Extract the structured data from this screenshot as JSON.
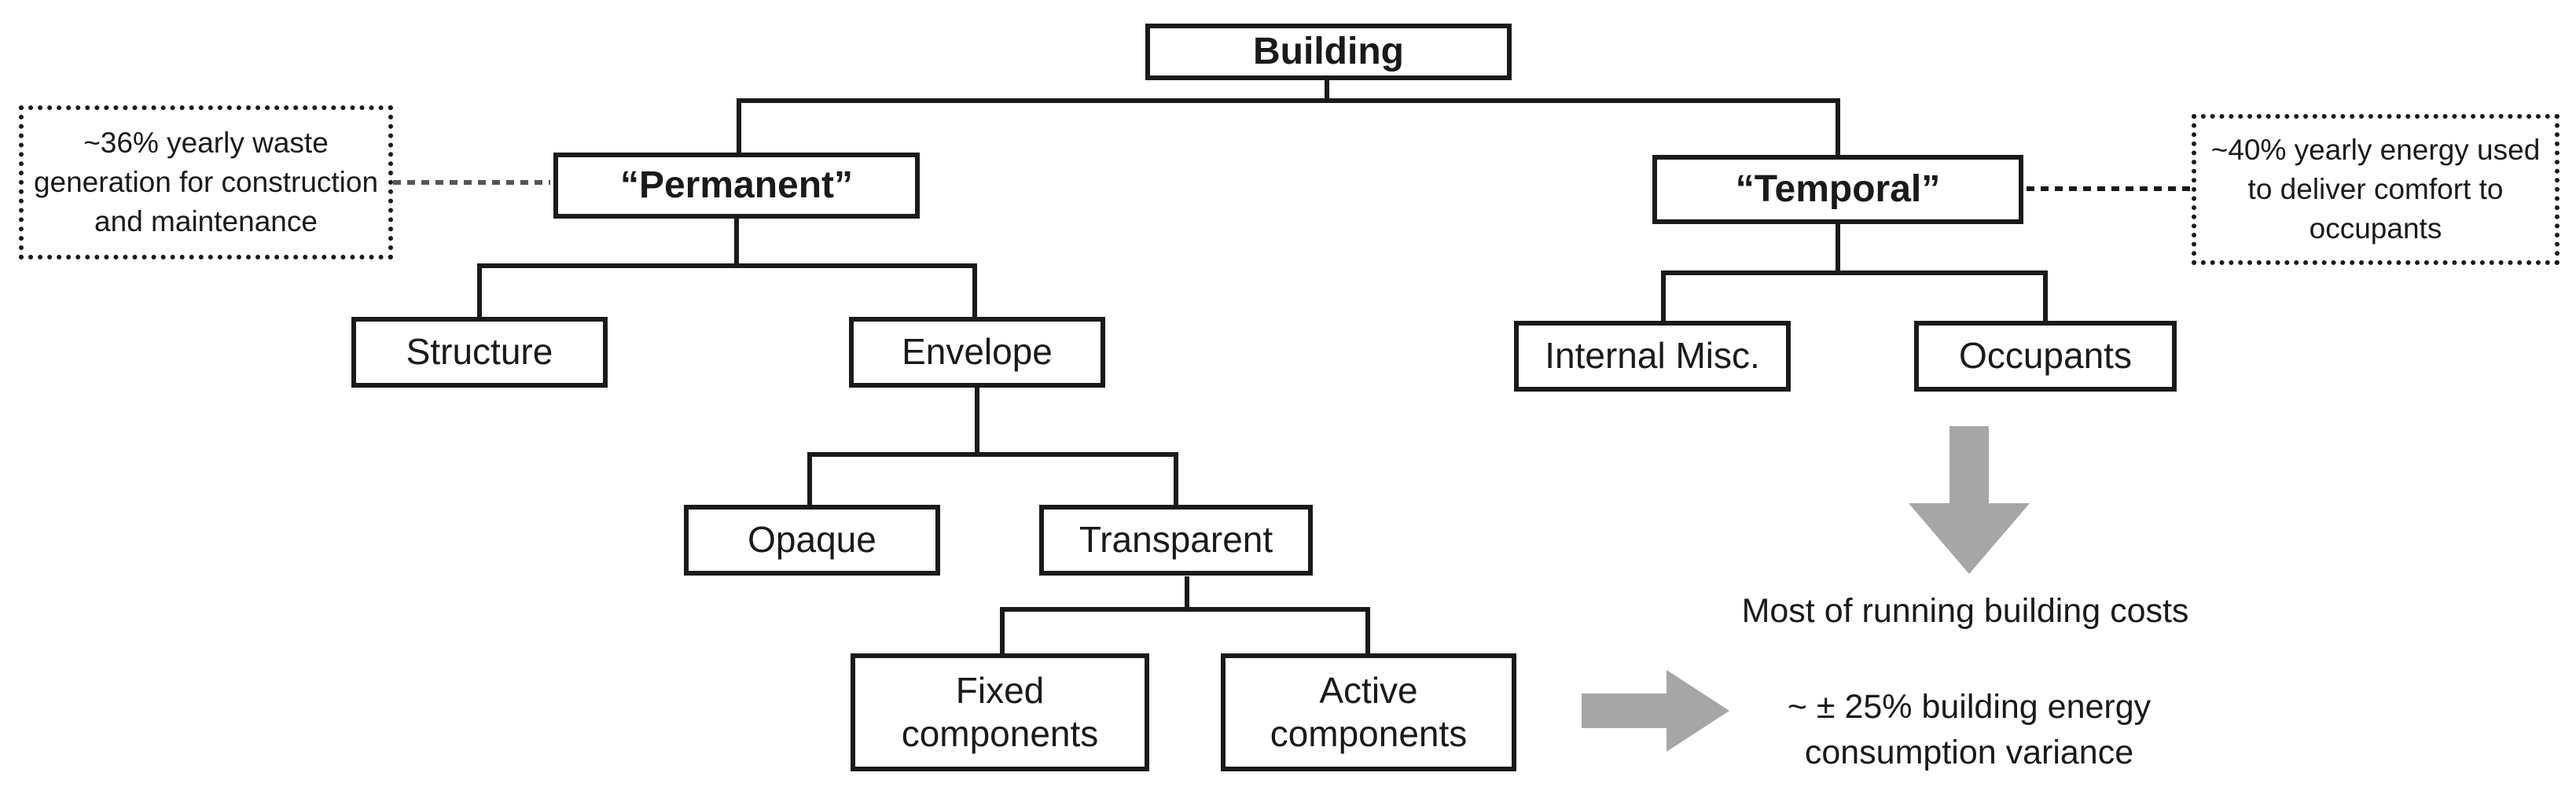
{
  "nodes": {
    "building": "Building",
    "permanent": "“Permanent”",
    "temporal": "“Temporal”",
    "structure": "Structure",
    "envelope": "Envelope",
    "opaque": "Opaque",
    "transparent": "Transparent",
    "fixed": "Fixed components",
    "active": "Active components",
    "internal": "Internal Misc.",
    "occupants": "Occupants"
  },
  "notes": {
    "waste": "~36% yearly waste generation for construction and maintenance",
    "energy": "~40% yearly energy used to deliver comfort to occupants"
  },
  "annotations": {
    "running_costs": "Most of running building costs",
    "variance": "~ ± 25% building energy consumption variance"
  },
  "colors": {
    "line": "#1a1a1a",
    "arrow": "#a6a6a6",
    "dotted_leader": "#555555"
  }
}
